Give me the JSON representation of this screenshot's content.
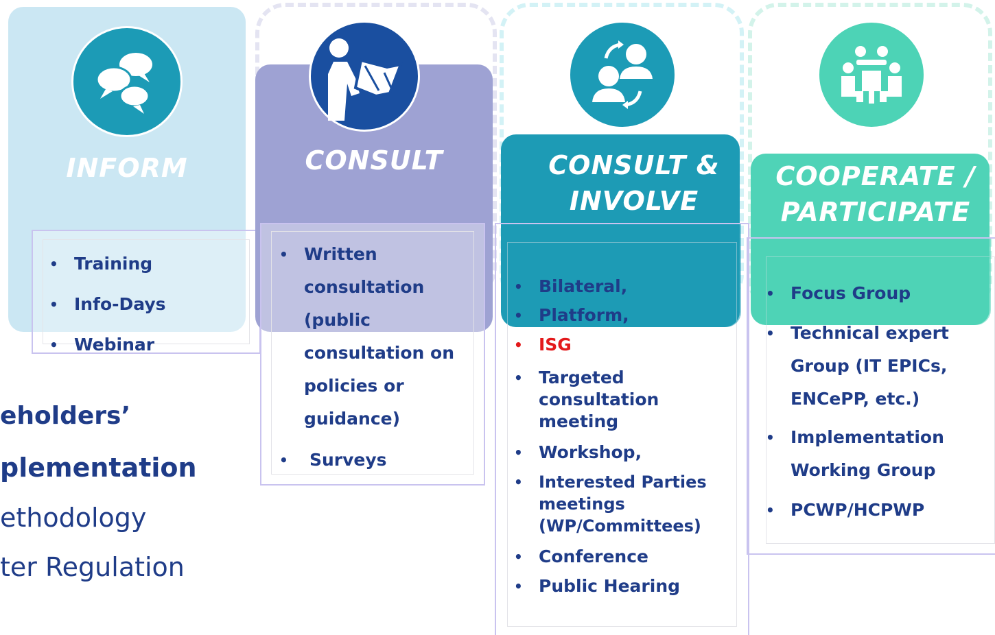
{
  "stages": [
    {
      "title": "INFORM",
      "icon": "speech-bubbles-icon",
      "color": "#b9dff0",
      "items": [
        "Training",
        "Info-Days",
        "Webinar"
      ]
    },
    {
      "title": "CONSULT",
      "icon": "person-reading-icon",
      "color": "#9aa0d1",
      "items": [
        "Written consultation (public consultation on policies or guidance)",
        "Surveys"
      ]
    },
    {
      "title_line1": "CONSULT &",
      "title_line2": "INVOLVE",
      "icon": "people-exchange-icon",
      "color": "#1d9bb5",
      "items": [
        "Bilateral,",
        "Platform,",
        "ISG",
        "Targeted consultation meeting",
        "Workshop,",
        "Interested Parties meetings (WP/Committees)",
        "Conference",
        "Public Hearing"
      ],
      "highlight_item": "ISG",
      "highlight_color": "#e3191b"
    },
    {
      "title_line1": "COOPERATE /",
      "title_line2": "PARTICIPATE",
      "icon": "meeting-table-icon",
      "color": "#4dd3b6",
      "items": [
        "Focus Group",
        "Technical expert Group (IT EPICs, ENCePP, etc.)",
        "Implementation Working Group",
        "PCWP/HCPWP"
      ]
    }
  ],
  "side_text": {
    "line1": "eholders’",
    "line2": "plementation",
    "line3": "ethodology",
    "line4": "ter Regulation"
  },
  "text_color": "#1f3c88"
}
